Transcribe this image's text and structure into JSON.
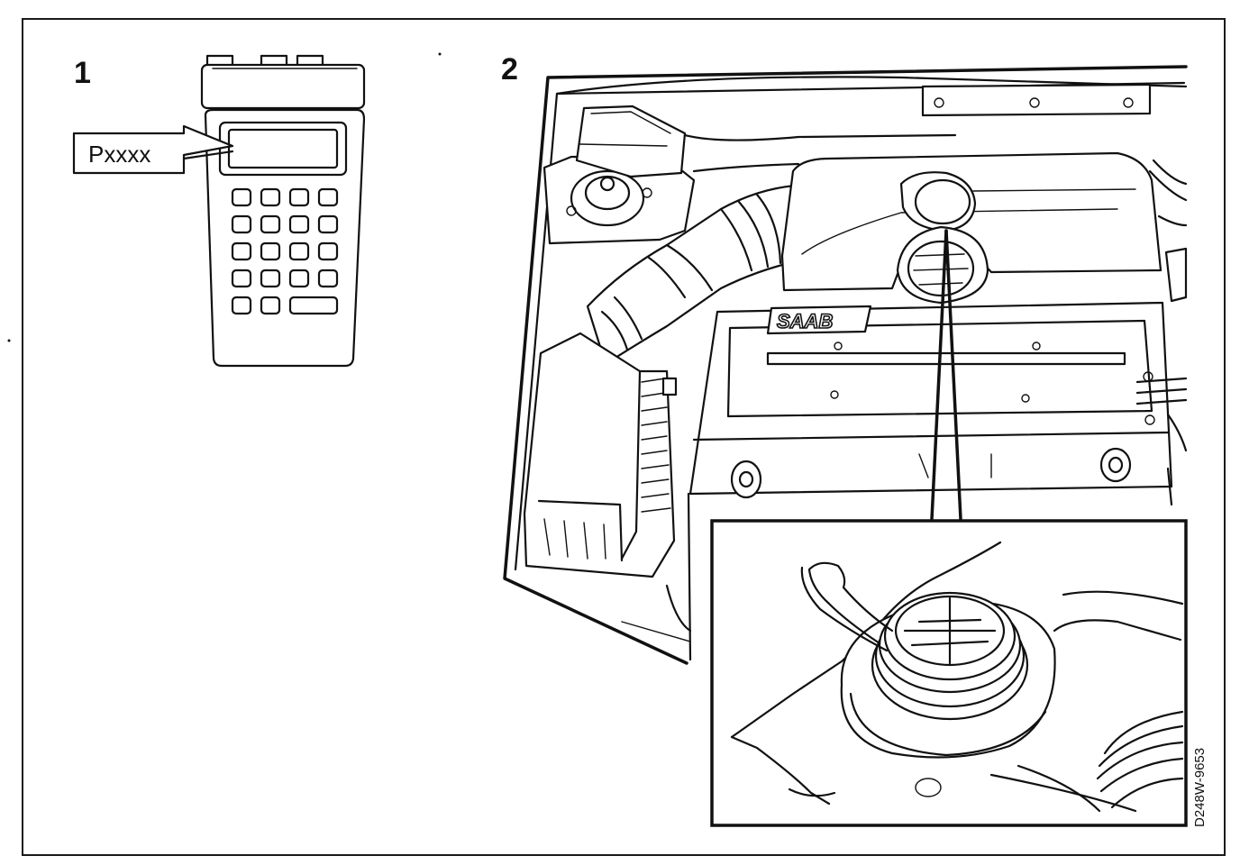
{
  "panels": [
    {
      "number": "1",
      "display_text": "Pxxxx"
    },
    {
      "number": "2"
    }
  ],
  "logo_text": "SAAB",
  "reference_code": "D248W-9653",
  "colors": {
    "line": "#111111",
    "background": "#ffffff"
  }
}
